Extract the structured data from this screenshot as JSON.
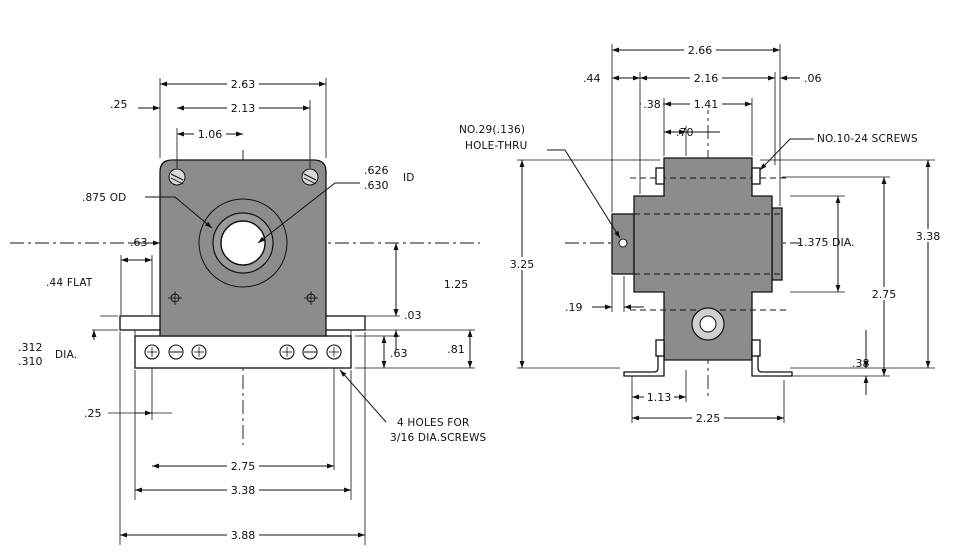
{
  "front_view": {
    "dims": {
      "d_2_63": "2.63",
      "d_0_25_top": ".25",
      "d_2_13": "2.13",
      "d_1_06": "1.06",
      "d_626": ".626",
      "d_630": ".630",
      "d_0_63": ".63",
      "d_1_25": "1.25",
      "d_0_03": ".03",
      "d_0_63_r": ".63",
      "d_0_81": ".81",
      "d_0_25_bot": ".25",
      "d_2_75": "2.75",
      "d_3_38": "3.38",
      "d_3_88": "3.88",
      "d_312": ".312",
      "d_310": ".310"
    },
    "labels": {
      "id": "ID",
      "od": ".875 OD",
      "flat": ".44 FLAT",
      "dia": "DIA.",
      "holes_1": "4 HOLES FOR",
      "holes_2": "3/16 DIA.SCREWS"
    }
  },
  "side_view": {
    "dims": {
      "d_2_66": "2.66",
      "d_0_44": ".44",
      "d_2_16": "2.16",
      "d_0_06": ".06",
      "d_0_38_top": ".38",
      "d_1_41": "1.41",
      "d_0_70": ".70",
      "d_3_25": "3.25",
      "d_3_38": "3.38",
      "d_1_375": "1.375 DIA.",
      "d_2_75": "2.75",
      "d_0_19": ".19",
      "d_0_38_bot": ".38",
      "d_1_13": "1.13",
      "d_2_25": "2.25"
    },
    "labels": {
      "hole_1": "NO.29(.136)",
      "hole_2": "HOLE-THRU",
      "screws": "NO.10-24 SCREWS"
    }
  }
}
